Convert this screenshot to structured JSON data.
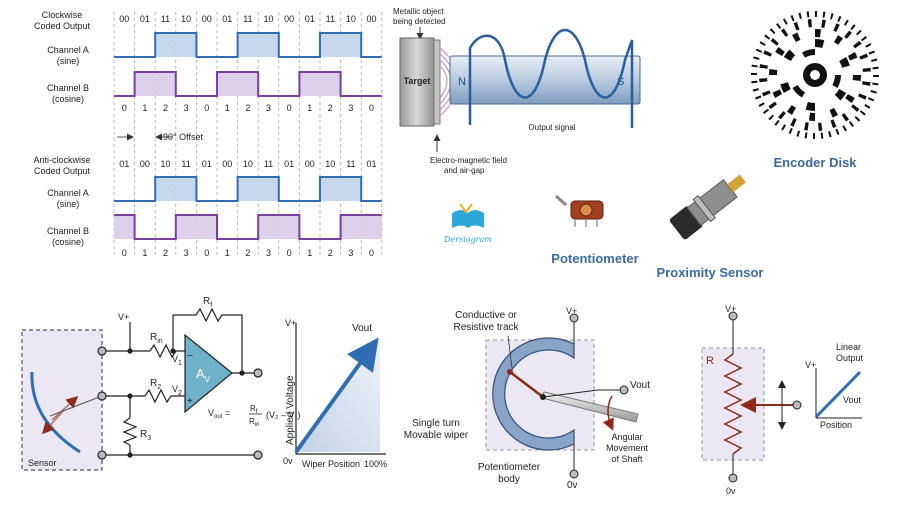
{
  "colors": {
    "channel_a": "#2f6db5",
    "channel_b": "#7b3fa0",
    "fill_a": "#c7d7ec",
    "fill_b": "#dcd0ea",
    "title_blue": "#3b6aa0",
    "opamp": "#6fb1c9",
    "track": "#8aa4c8",
    "brown": "#8c2a1c"
  },
  "encoder": {
    "cw_title": [
      "Clockwise",
      "Coded Output"
    ],
    "acw_title": [
      "Anti-clockwise",
      "Coded Output"
    ],
    "channel_a_label": [
      "Channel A",
      "(sine)"
    ],
    "channel_b_label": [
      "Channel B",
      "(cosine)"
    ],
    "cw_codes": [
      "00",
      "01",
      "11",
      "10",
      "00",
      "01",
      "11",
      "10",
      "00",
      "01",
      "11",
      "10",
      "00"
    ],
    "acw_codes": [
      "01",
      "00",
      "10",
      "11",
      "01",
      "00",
      "10",
      "11",
      "01",
      "00",
      "10",
      "11",
      "01"
    ],
    "steps": [
      "0",
      "1",
      "2",
      "3",
      "0",
      "1",
      "2",
      "3",
      "0",
      "1",
      "2",
      "3",
      "0"
    ],
    "offset_label": "90° Offset"
  },
  "proximity_diagram": {
    "top_label": [
      "Metallic object",
      "being detected"
    ],
    "target_label": "Target",
    "n_label": "N",
    "s_label": "S",
    "output_label": "Output signal",
    "field_label": [
      "Electro-magnetic field",
      "and air-gap"
    ]
  },
  "gallery": {
    "encoder_disk": "Encoder Disk",
    "potentiometer": "Potentiometer",
    "proximity_sensor": "Proximity Sensor",
    "logo_text": "Dersiogram"
  },
  "circuit": {
    "vplus": "V+",
    "rf": "R",
    "rf_sub": "f",
    "rin": "R",
    "rin_sub": "in",
    "r2": "R",
    "r2_sub": "2",
    "r3": "R",
    "r3_sub": "3",
    "v1": "V",
    "v1_sub": "1",
    "v2": "V",
    "v2_sub": "2",
    "amp": "A",
    "amp_sub": "V",
    "sensor": "Sensor",
    "vout_eq_lhs": "V",
    "vout_eq_sub": "out",
    "vout_eq_rhs": "(V₂ – V₁)",
    "frac_num": "R",
    "frac_num_sub": "f",
    "frac_den": "R",
    "frac_den_sub": "in"
  },
  "graph1": {
    "vplus": "V+",
    "zero": "0v",
    "ylabel": "Applied Voltage",
    "xlabel": "Wiper Position",
    "x_end": "100%",
    "vout": "Vout"
  },
  "pot_diagram": {
    "track_label": [
      "Conductive or",
      "Resistive track"
    ],
    "vplus": "V+",
    "vout": "Vout",
    "wiper_label": [
      "Single turn",
      "Movable wiper"
    ],
    "body_label": [
      "Potentiometer",
      "body"
    ],
    "zero": "0v",
    "angular": [
      "Angular",
      "Movement",
      "of Shaft"
    ]
  },
  "linear_diagram": {
    "vplus": "V+",
    "r": "R",
    "zero": "0v",
    "graph_vplus": "V+",
    "linear_output": [
      "Linear",
      "Output"
    ],
    "vout": "Vout",
    "position": "Position"
  }
}
